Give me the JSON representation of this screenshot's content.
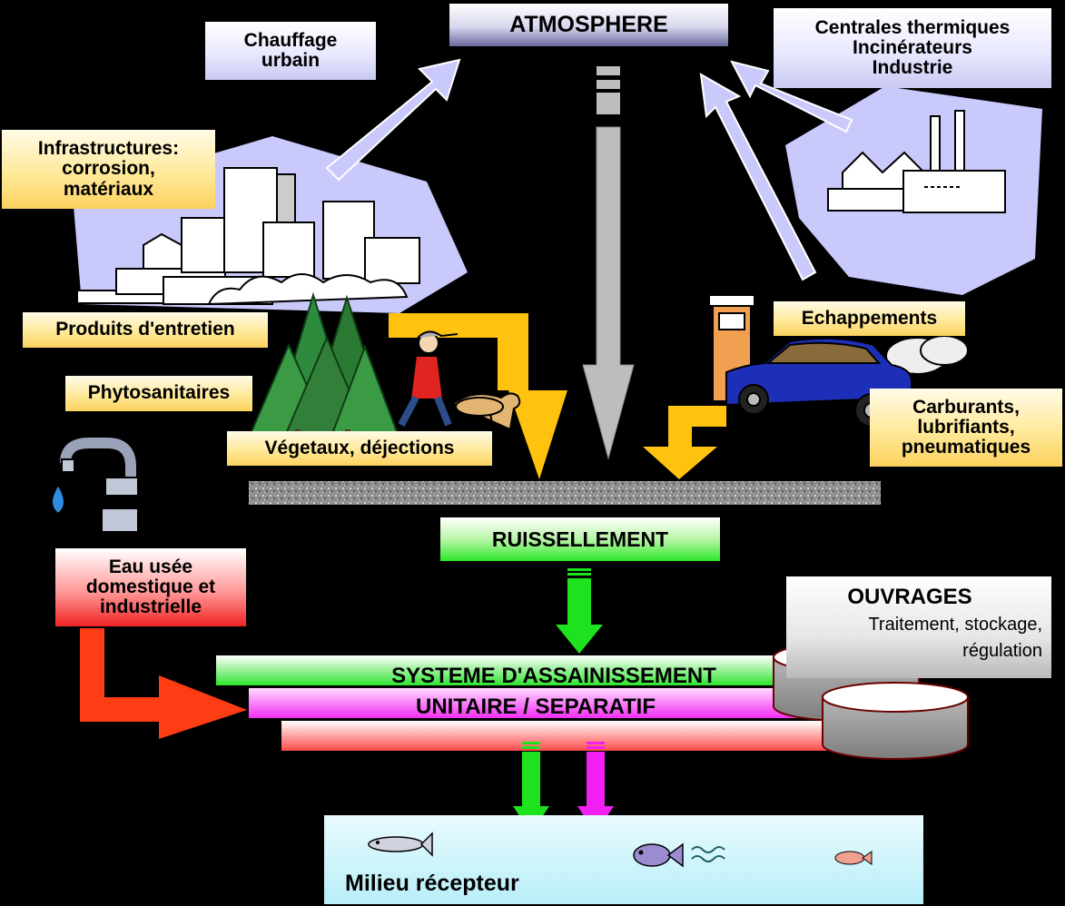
{
  "labels": {
    "atmosphere": "ATMOSPHERE",
    "chauffage": "Chauffage\nurbain",
    "centrales": "Centrales thermiques\nIncinérateurs\nIndustrie",
    "infrastructures": "Infrastructures:\ncorrosion,\nmatériaux",
    "produits": "Produits d'entretien",
    "phyto": "Phytosanitaires",
    "vegetaux": "Végetaux, déjections",
    "echappements": "Echappements",
    "carburants": "Carburants,\nlubrifiants,\npneumatiques",
    "ruissellement": "RUISSELLEMENT",
    "eau_usee": "Eau usée\ndomestique et\nindustrielle",
    "ouvrages_title": "OUVRAGES",
    "ouvrages_sub": "Traitement, stockage,\nrégulation",
    "systeme": "SYSTEME D'ASSAINISSEMENT",
    "unitaire": "UNITAIRE / SEPARATIF",
    "milieu": "Milieu récepteur"
  },
  "colors": {
    "flow_yellow": "#ffc20e",
    "flow_grey": "#bdbdbd",
    "emission_lavender": "#c9c9fb",
    "flow_green": "#1de21d",
    "flow_magenta": "#f21ff2",
    "flow_red": "#ff3d14",
    "water": "#cdf3fb"
  },
  "icons": [
    "city-icon",
    "factory-icon",
    "trees-icon",
    "walker-with-dog-icon",
    "fuel-pump-icon",
    "car-icon",
    "faucet-icon",
    "tank-icon",
    "fish-icon"
  ]
}
